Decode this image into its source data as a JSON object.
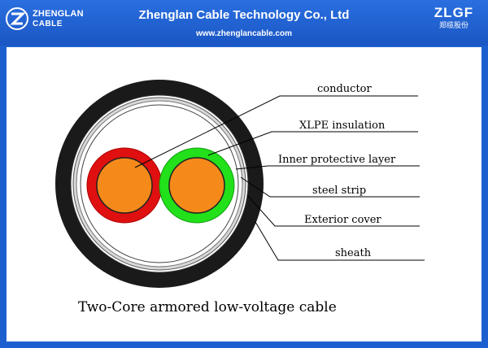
{
  "header": {
    "logo_line_1": "ZHENGLAN",
    "logo_line_2": "CABLE",
    "company_name": "Zhenglan Cable Technology Co., Ltd",
    "website": "www.zhenglancable.com",
    "brand": "ZLGF",
    "brand_cn": "郑缆股份"
  },
  "diagram": {
    "labels": {
      "conductor": "conductor",
      "insulation": "XLPE insulation",
      "inner_layer": "Inner protective layer",
      "steel_strip": "steel strip",
      "exterior_cover": "Exterior cover",
      "sheath": "sheath"
    },
    "caption": "Two-Core armored low-voltage cable"
  },
  "colors": {
    "header_bg": "#1e5fd0",
    "sheath": "#1a1a1a",
    "core_1_insulation": "#e01010",
    "core_2_insulation": "#22e01a",
    "conductor": "#f58a1a"
  }
}
